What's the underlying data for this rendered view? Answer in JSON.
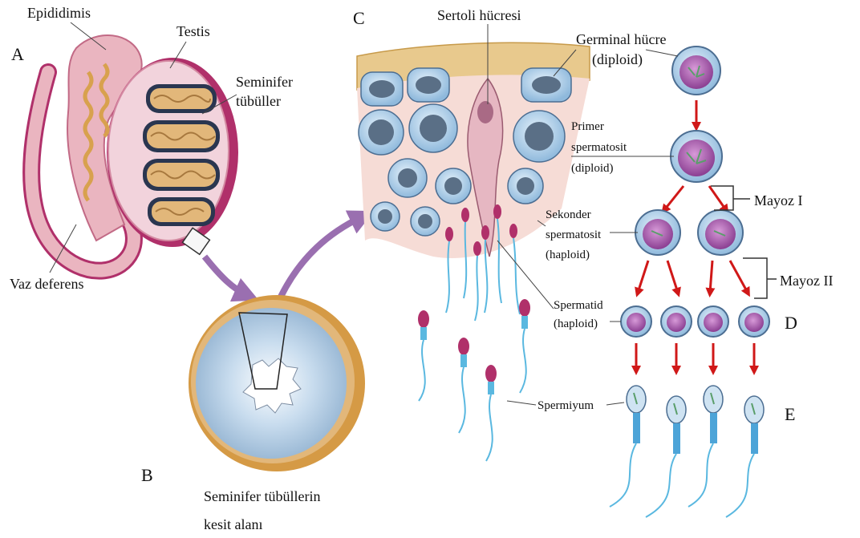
{
  "letters": {
    "a": "A",
    "b": "B",
    "c": "C",
    "d": "D",
    "e": "E"
  },
  "labels": {
    "epididimis": "Epididimis",
    "testis": "Testis",
    "seminifer_1": "Seminifer",
    "seminifer_2": "tübüller",
    "vaz_deferens": "Vaz deferens",
    "kesit_1": "Seminifer tübüllerin",
    "kesit_2": "kesit alanı",
    "sertoli": "Sertoli hücresi",
    "germinal_1": "Germinal hücre",
    "germinal_2": "(diploid)",
    "primer_1": "Primer",
    "primer_2": "spermatosit",
    "primer_3": "(diploid)",
    "sekonder_1": "Sekonder",
    "sekonder_2": "spermatosit",
    "sekonder_3": "(haploid)",
    "spermatid_1": "Spermatid",
    "spermatid_2": "(haploid)",
    "spermiyum": "Spermiyum",
    "mayoz1": "Mayoz I",
    "mayoz2": "Mayoz II"
  },
  "colors": {
    "arrow": "#d01818",
    "cell_fill": "#b9d8ee",
    "nucleus": "#a45aa8",
    "tubule": "#e2b77a",
    "epididymis": "#eab5c0",
    "accent_magenta": "#b0306a",
    "flow_arrow": "#9a6fb0"
  }
}
